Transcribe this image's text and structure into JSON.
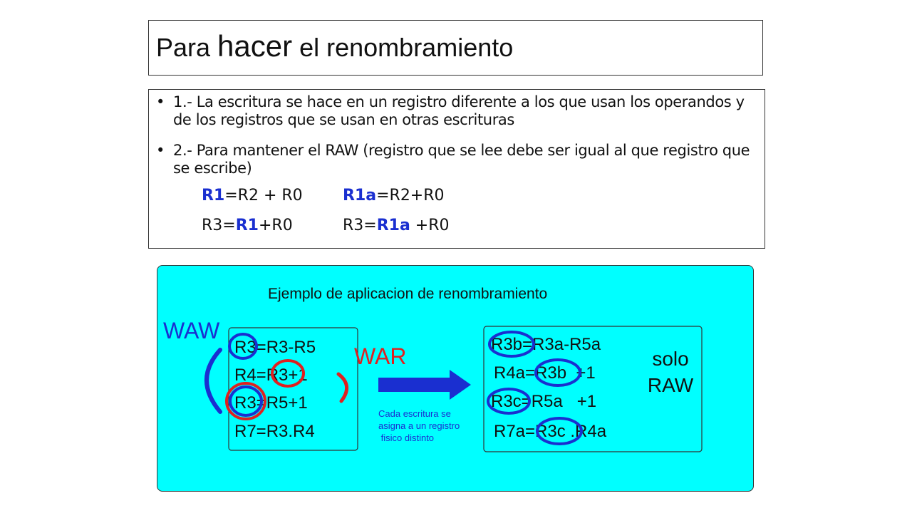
{
  "title": {
    "part1": "Para ",
    "part2": "hacer",
    "part3": " el renombramiento"
  },
  "bullets": [
    {
      "marker": "•",
      "text": "1.- La escritura se hace en un registro diferente a los que usan los operandos y de los registros que se usan en otras escrituras"
    },
    {
      "marker": "•",
      "text": "2.- Para mantener el RAW (registro que se lee debe ser igual al que registro que se escribe)"
    }
  ],
  "equations": {
    "row1_left": {
      "reg": "R1",
      "rest": "=R2 + R0"
    },
    "row1_right": {
      "reg": "R1a",
      "rest": "=R2+R0"
    },
    "row2_left": {
      "pre": "R3=",
      "reg": "R1",
      "post": "+R0"
    },
    "row2_right": {
      "pre": "R3=",
      "reg": "R1a",
      "post": " +R0"
    }
  },
  "example": {
    "title": "Ejemplo de aplicacion de renombramiento",
    "waw_label": "WAW",
    "war_label": "WAR",
    "left_code": [
      "R3=R3-R5",
      "R4=R3+1",
      "R3=R5+1",
      "R7=R3.R4"
    ],
    "right_code": [
      "R3b=R3a-R5a",
      "R4a=R3b  +1",
      "R3c=R5a   +1",
      "R7a=R3c .R4a"
    ],
    "note_lines": [
      "Cada escritura se",
      "asigna a un registro",
      " fisico distinto"
    ],
    "solo_raw": [
      "solo",
      "RAW"
    ],
    "colors": {
      "background": "#00ffff",
      "blue": "#1a2fd0",
      "red": "#e02020",
      "arrow": "#1a2fd0"
    }
  }
}
